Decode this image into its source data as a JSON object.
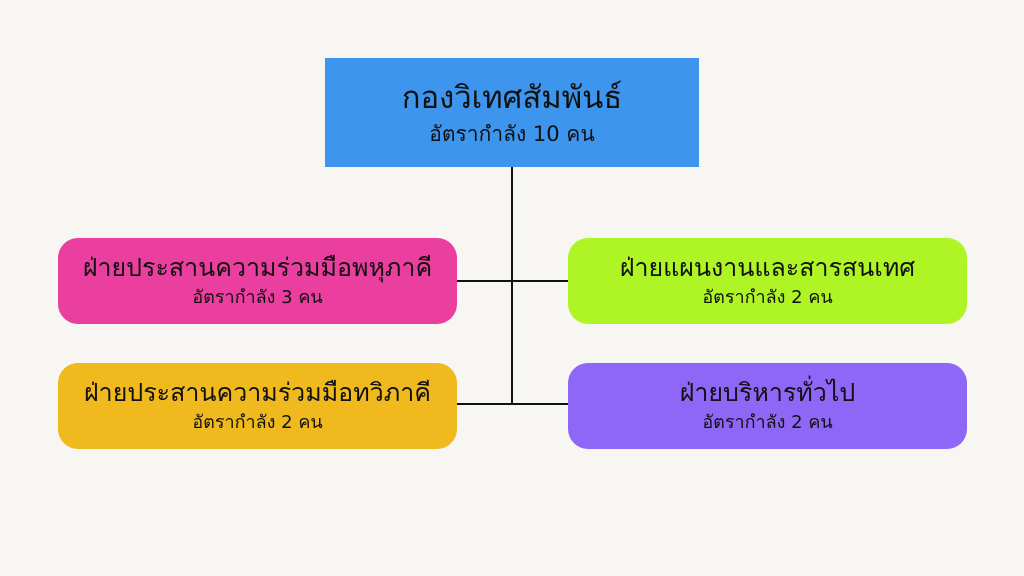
{
  "root": {
    "title": "กองวิเทศสัมพันธ์",
    "subtitle": "อัตรากำลัง 10 คน",
    "color": "#3d95ee"
  },
  "children": [
    {
      "title": "ฝ่ายประสานความร่วมมือพหุภาคี",
      "subtitle": "อัตรากำลัง 3 คน",
      "color": "#ea3f9f"
    },
    {
      "title": "ฝ่ายแผนงานและสารสนเทศ",
      "subtitle": "อัตรากำลัง 2 คน",
      "color": "#aff425"
    },
    {
      "title": "ฝ่ายประสานความร่วมมือทวิภาคี",
      "subtitle": "อัตรากำลัง 2 คน",
      "color": "#f0b91e"
    },
    {
      "title": "ฝ่ายบริหารทั่วไป",
      "subtitle": "อัตรากำลัง 2 คน",
      "color": "#8f67f7"
    }
  ],
  "connector_color": "#111111"
}
